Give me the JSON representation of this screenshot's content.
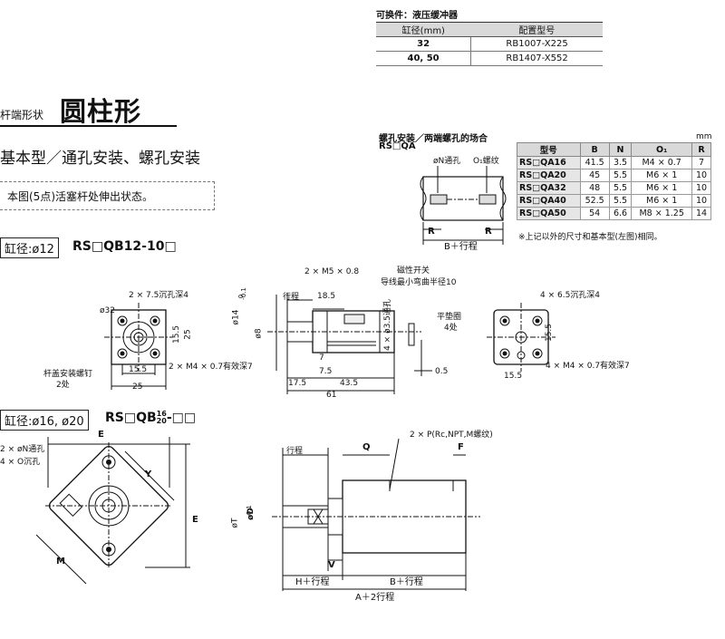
{
  "option": {
    "title": "可换件：液压缓冲器",
    "headers": [
      "缸径(mm)",
      "配置型号"
    ],
    "rows": [
      [
        "32",
        "RB1007-X225"
      ],
      [
        "40, 50",
        "RB1407-X552"
      ]
    ]
  },
  "section": {
    "prefix": "杆端形状",
    "title": "圆柱形"
  },
  "subtitle": "基本型／通孔安装、螺孔安装",
  "note": "本图(5点)活塞杆处伸出状态。",
  "rsqa": {
    "title": "螺孔安装／两端螺孔的场合",
    "model": "RS□QA",
    "label_n": "øN通孔",
    "label_o": "O₁螺纹",
    "label_r": "R",
    "label_b": "B＋行程"
  },
  "dim_table": {
    "unit": "mm",
    "headers": [
      "型号",
      "B",
      "N",
      "O₁",
      "R"
    ],
    "rows": [
      [
        "RS□QA16",
        "41.5",
        "3.5",
        "M4 × 0.7",
        "7"
      ],
      [
        "RS□QA20",
        "45",
        "5.5",
        "M6 × 1",
        "10"
      ],
      [
        "RS□QA32",
        "48",
        "5.5",
        "M6 × 1",
        "10"
      ],
      [
        "RS□QA40",
        "52.5",
        "5.5",
        "M6 × 1",
        "10"
      ],
      [
        "RS□QA50",
        "54",
        "6.6",
        "M8 × 1.25",
        "14"
      ]
    ],
    "footnote": "※上记以外的尺寸和基本型(左图)相同。"
  },
  "bore12": {
    "label": "缸径:ø12",
    "model": "RS□QB12-10□",
    "dims": {
      "c1": "2 × 7.5沉孔深4",
      "c2": "ø32",
      "c3": "15.5",
      "c4": "25",
      "c5": "15.5",
      "c6": "25",
      "c7": "2 × M4 × 0.7有效深7",
      "c8": "杆盖安装螺钉",
      "c9": "2处",
      "s1": "2 × M5 × 0.8",
      "s2": "磁性开关",
      "s3": "导线最小弯曲半径10",
      "s4": "行程",
      "s5": "18.5",
      "s6": "ø14",
      "s6b": "0",
      "s6c": "-0.1",
      "s7": "ø8",
      "s8": "4 × ø3.5通孔",
      "s9": "平垫圈",
      "s10": "4处",
      "s11": "7",
      "s12": "7.5",
      "s13": "43.5",
      "s14": "17.5",
      "s15": "61",
      "s16": "0.5",
      "r1": "4 × 6.5沉孔深4",
      "r2": "15.5",
      "r3": "4 × M4 × 0.7有效深7",
      "r4": "15.5"
    }
  },
  "bore1620": {
    "label": "缸径:ø16, ø20",
    "model_a": "RS□QB",
    "model_sup": "16",
    "model_sub": "20",
    "model_b": "-□□",
    "dims": {
      "e_top": "E",
      "e_right": "E",
      "y": "Y",
      "m": "M",
      "n1": "2 × øN通孔",
      "n2": "4 × O沉孔",
      "p": "2 × P(Rc,NPT,M螺纹)",
      "stroke": "行程",
      "q": "Q",
      "f": "F",
      "t": "øT",
      "t2": "-0.1",
      "d": "øD",
      "v": "V",
      "h": "H＋行程",
      "b": "B＋行程",
      "a": "A＋2行程"
    }
  }
}
